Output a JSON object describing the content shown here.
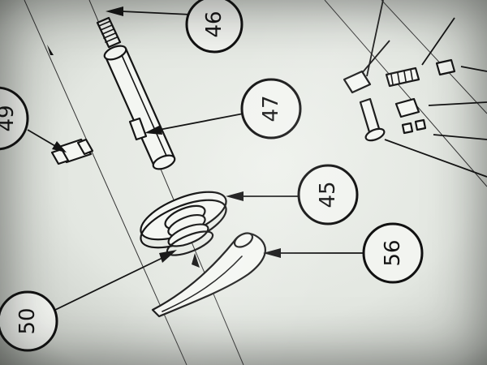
{
  "diagram": {
    "callouts": [
      {
        "id": "46",
        "label": "46"
      },
      {
        "id": "47",
        "label": "47"
      },
      {
        "id": "45",
        "label": "45"
      },
      {
        "id": "56",
        "label": "56"
      },
      {
        "id": "50",
        "label": "50"
      },
      {
        "id": "49",
        "label": "49"
      }
    ]
  }
}
